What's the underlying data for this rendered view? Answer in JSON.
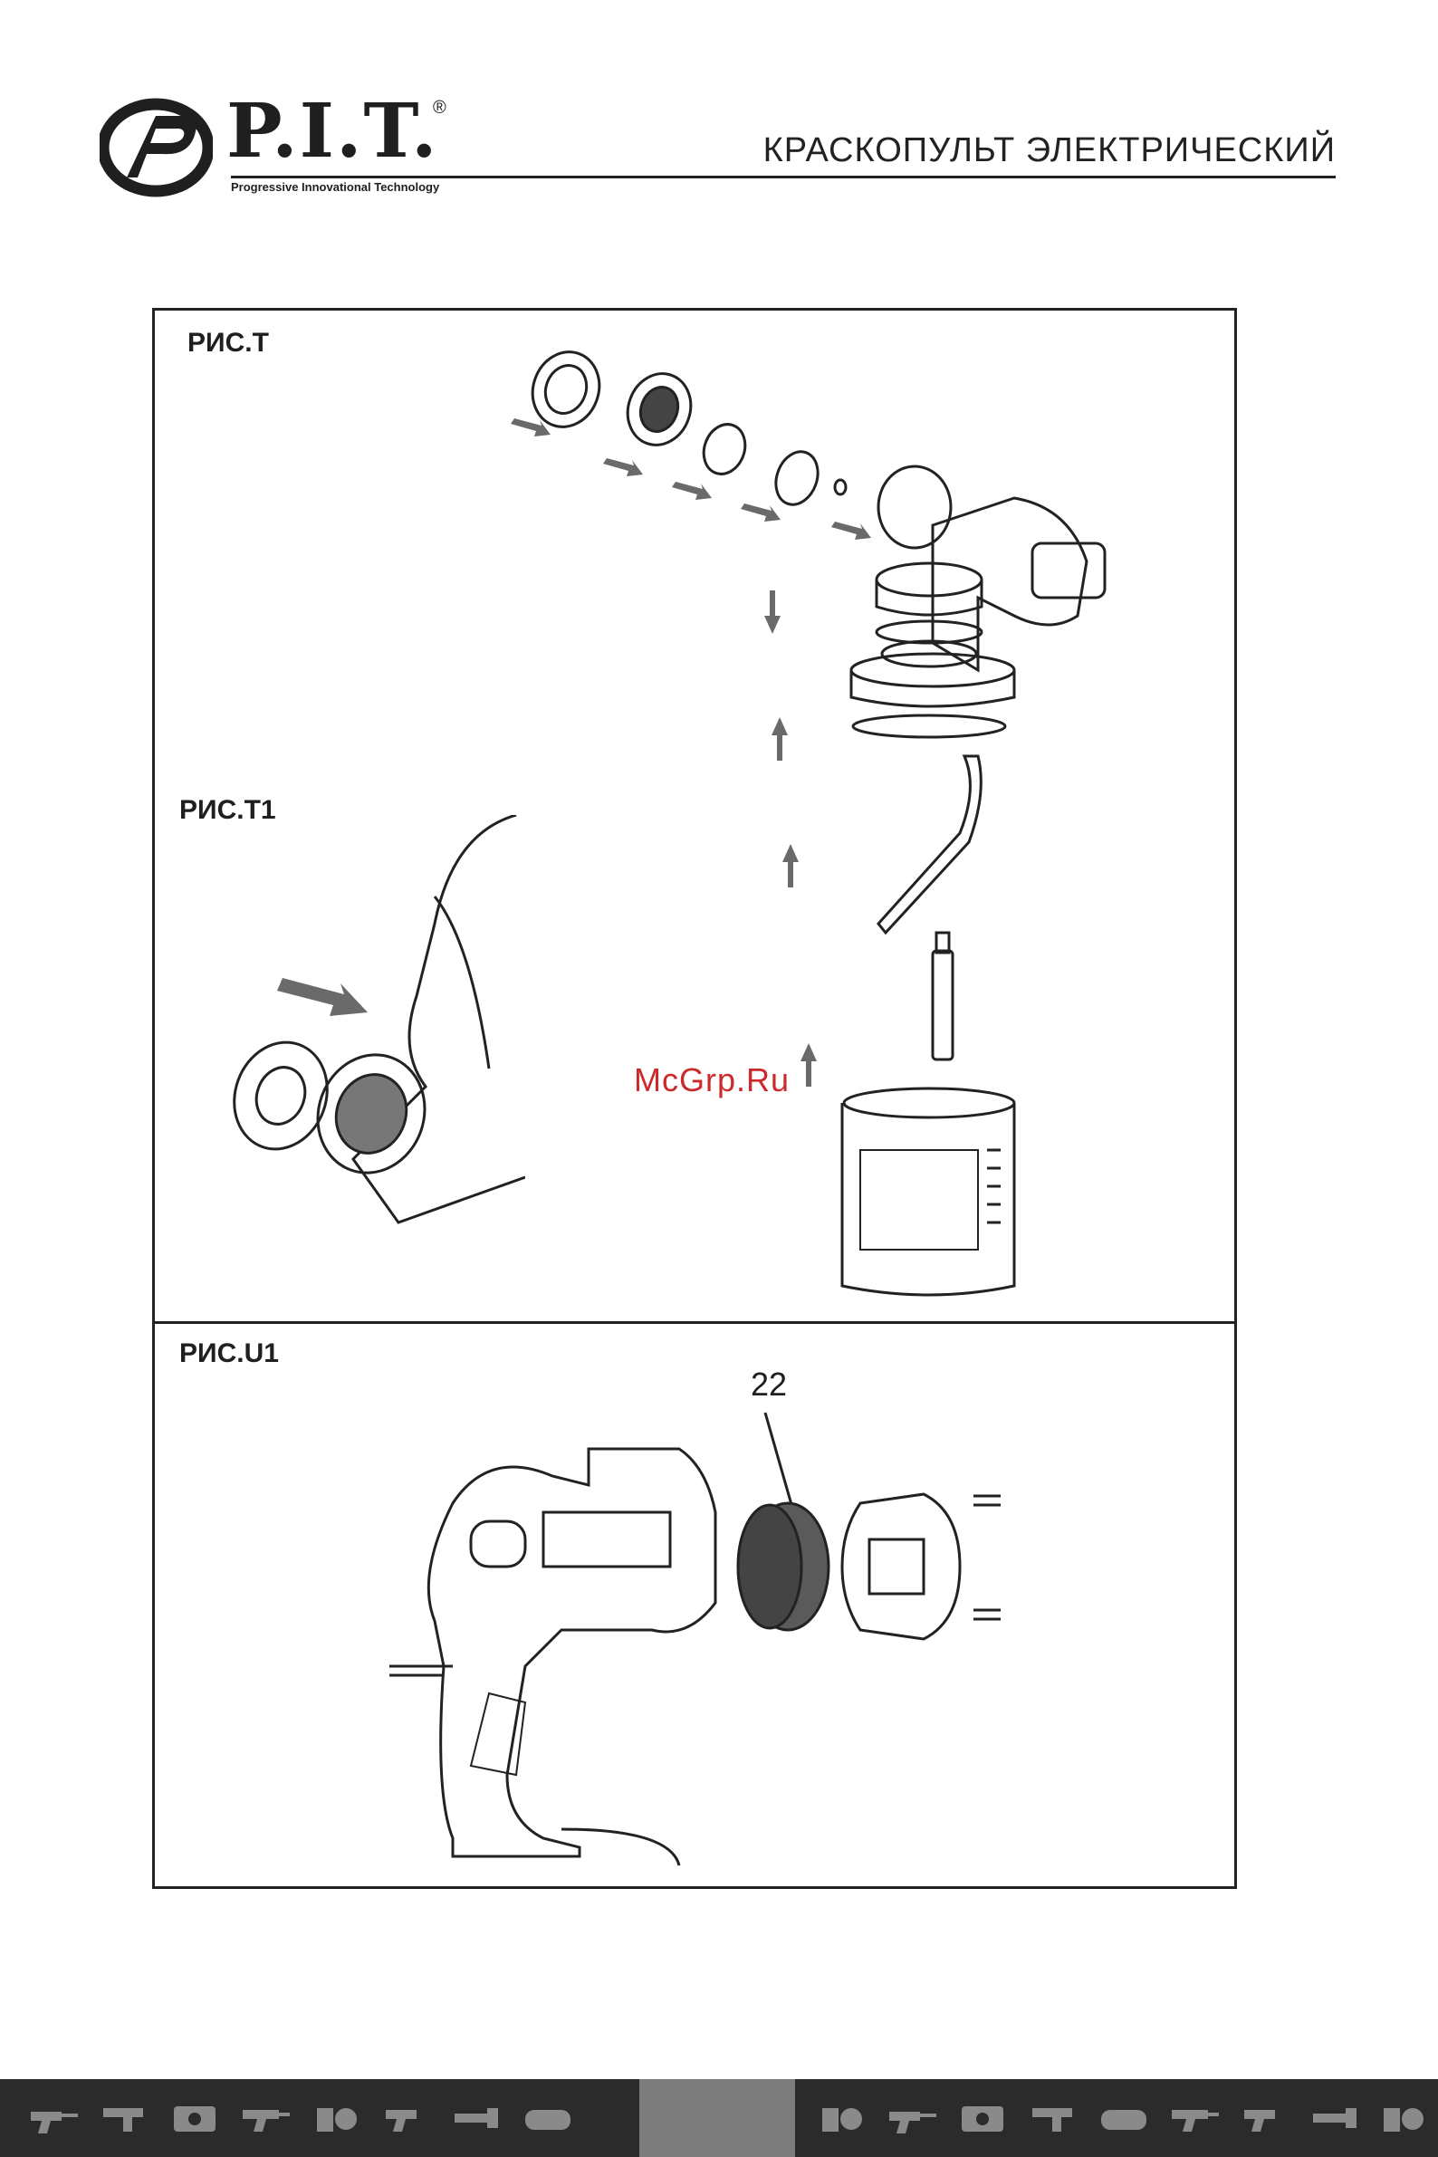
{
  "header": {
    "brand": "P.I.T.",
    "registered": "®",
    "tagline": "Progressive Innovational Technology",
    "title": "КРАСКОПУЛЬТ ЭЛЕКТРИЧЕСКИЙ"
  },
  "figures": {
    "fig_t_label": "РИС.T",
    "fig_t1_label": "РИС.T1",
    "fig_u1_label": "РИС.U1",
    "callout_number": "22"
  },
  "watermark": "McGrp.Ru",
  "colors": {
    "line": "#222222",
    "arrow": "#6a6a6a",
    "watermark": "#cc2a2a",
    "footer_bg": "#2b2b2b",
    "footer_page": "#7d7d7d"
  },
  "footer_icons": [
    "drill-icon",
    "jigsaw-icon",
    "generator-icon",
    "hammer-drill-icon",
    "mixer-icon",
    "saw-icon",
    "angle-grinder-icon",
    "compressor-icon"
  ]
}
